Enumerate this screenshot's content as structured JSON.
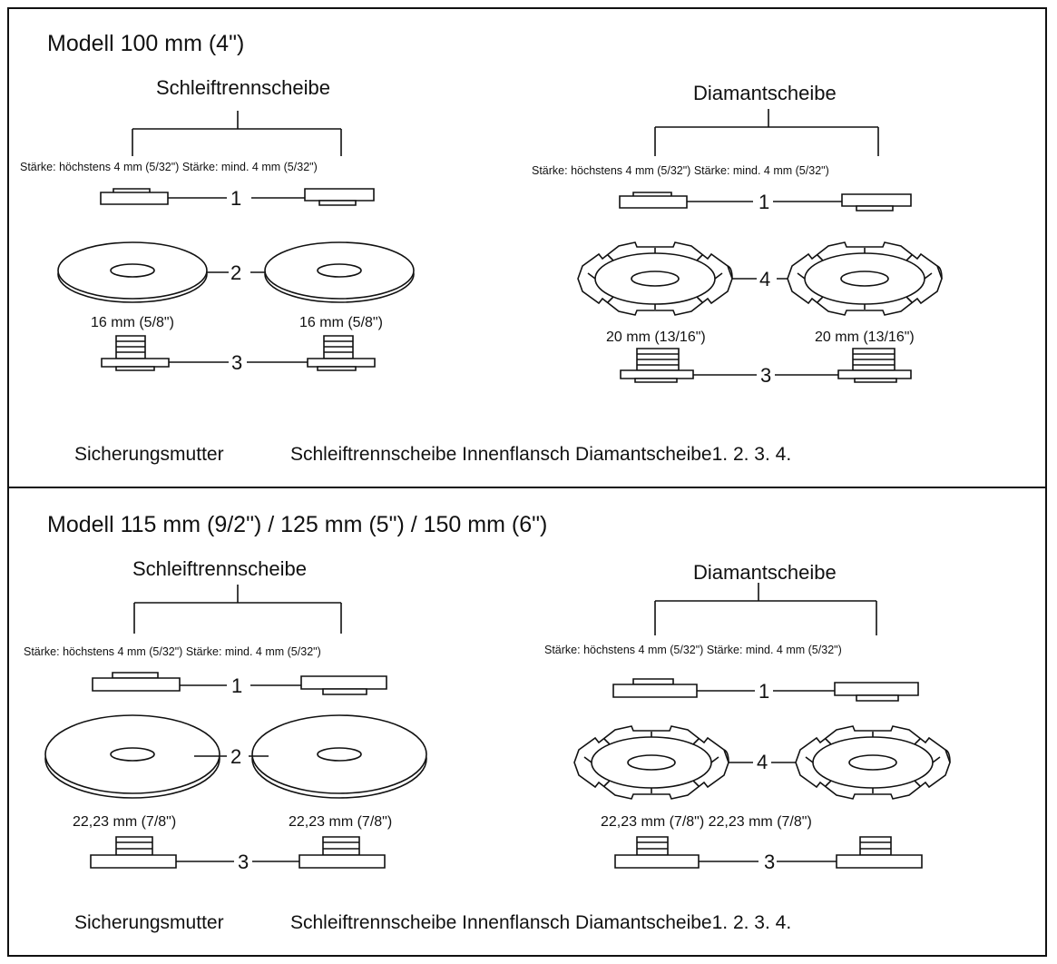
{
  "sections": [
    {
      "title": "Modell 100 mm (4\")",
      "left": {
        "label": "Schleiftrennscheibe",
        "thickness_text": "Stärke: höchstens 4 mm (5/32\") Stärke: mind. 4 mm (5/32\")",
        "dim_left": "16 mm (5/8\")",
        "dim_right": "16 mm (5/8\")"
      },
      "right": {
        "label": "Diamantscheibe",
        "thickness_text": "Stärke: höchstens 4 mm (5/32\") Stärke: mind. 4 mm (5/32\")",
        "dim_left": "20 mm (13/16\")",
        "dim_right": "20 mm (13/16\")"
      },
      "numbers": [
        "1",
        "2",
        "3",
        "1",
        "4",
        "3"
      ],
      "footer_left": "Sicherungsmutter",
      "footer_right": "Schleiftrennscheibe Innenflansch Diamantscheibe1. 2. 3. 4."
    },
    {
      "title": "Modell 115 mm (9/2\") / 125 mm (5\") / 150 mm (6\")",
      "left": {
        "label": "Schleiftrennscheibe",
        "thickness_text": "Stärke: höchstens 4 mm (5/32\") Stärke: mind. 4 mm (5/32\")",
        "dim_left": "22,23 mm (7/8\")",
        "dim_right": "22,23 mm (7/8\")"
      },
      "right": {
        "label": "Diamantscheibe",
        "thickness_text": "Stärke: höchstens 4 mm (5/32\") Stärke: mind. 4 mm (5/32\")",
        "dim_text": "22,23 mm (7/8\") 22,23 mm (7/8\")"
      },
      "numbers": [
        "1",
        "2",
        "3",
        "1",
        "4",
        "3"
      ],
      "footer_left": "Sicherungsmutter",
      "footer_right": "Schleiftrennscheibe Innenflansch Diamantscheibe1. 2. 3. 4."
    }
  ]
}
